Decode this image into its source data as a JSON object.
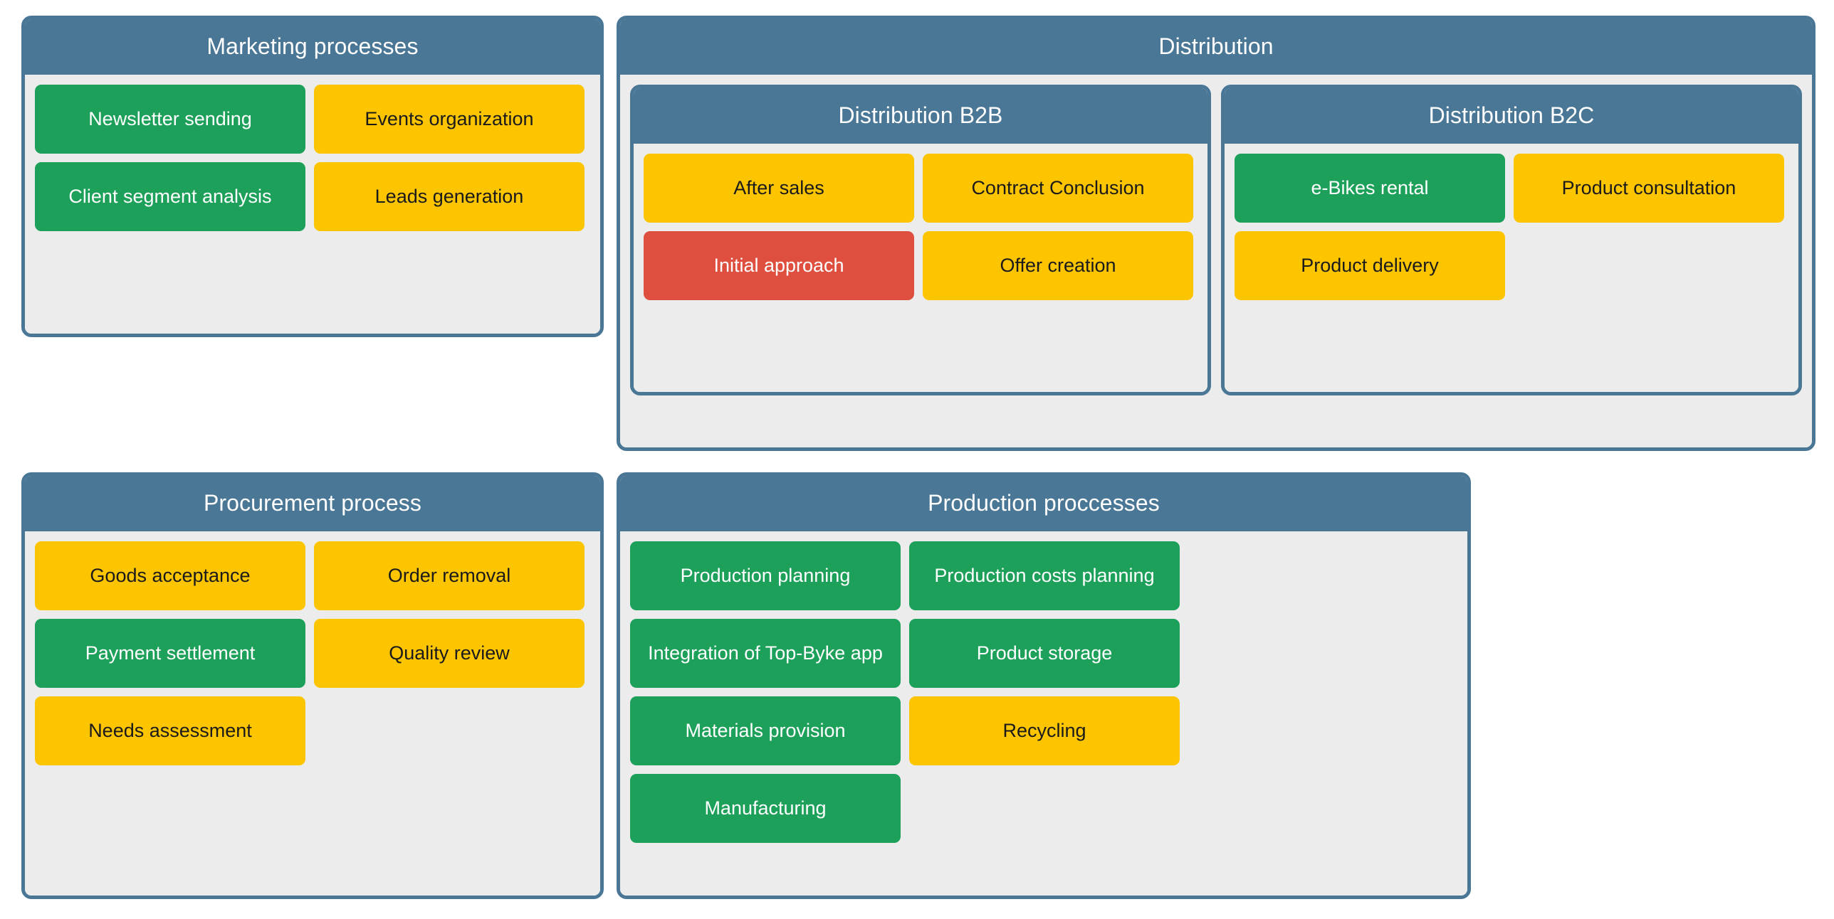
{
  "colors": {
    "frame_blue": "#4A7795",
    "body_gray": "#ECECEC",
    "tile_green": "#1CA05A",
    "tile_yellow": "#FDC500",
    "tile_red": "#DF4F3F",
    "page_background": "#FFFFFF"
  },
  "groups": {
    "marketing": {
      "title": "Marketing processes",
      "tiles": [
        {
          "label": "Newsletter sending",
          "status": "green"
        },
        {
          "label": "Events organization",
          "status": "yellow"
        },
        {
          "label": "Client segment analysis",
          "status": "green"
        },
        {
          "label": "Leads generation",
          "status": "yellow"
        }
      ]
    },
    "distribution": {
      "title": "Distribution",
      "subgroups": [
        {
          "title": "Distribution B2B",
          "tiles": [
            {
              "label": "After sales",
              "status": "yellow"
            },
            {
              "label": "Contract Conclusion",
              "status": "yellow"
            },
            {
              "label": "Initial approach",
              "status": "red"
            },
            {
              "label": "Offer creation",
              "status": "yellow"
            }
          ]
        },
        {
          "title": "Distribution B2C",
          "tiles": [
            {
              "label": "e-Bikes rental",
              "status": "green"
            },
            {
              "label": "Product consultation",
              "status": "yellow"
            },
            {
              "label": "Product delivery",
              "status": "yellow"
            }
          ]
        }
      ]
    },
    "procurement": {
      "title": "Procurement process",
      "tiles": [
        {
          "label": "Goods acceptance",
          "status": "yellow"
        },
        {
          "label": "Order removal",
          "status": "yellow"
        },
        {
          "label": "Payment settlement",
          "status": "green"
        },
        {
          "label": "Quality review",
          "status": "yellow"
        },
        {
          "label": "Needs assessment",
          "status": "yellow"
        }
      ]
    },
    "production": {
      "title": "Production proccesses",
      "tiles": [
        {
          "label": "Production planning",
          "status": "green"
        },
        {
          "label": "Production costs planning",
          "status": "green"
        },
        {
          "label": "Integration of Top-Byke app",
          "status": "green"
        },
        {
          "label": "Product storage",
          "status": "green"
        },
        {
          "label": "Materials provision",
          "status": "green"
        },
        {
          "label": "Recycling",
          "status": "yellow"
        },
        {
          "label": "Manufacturing",
          "status": "green"
        }
      ]
    }
  }
}
